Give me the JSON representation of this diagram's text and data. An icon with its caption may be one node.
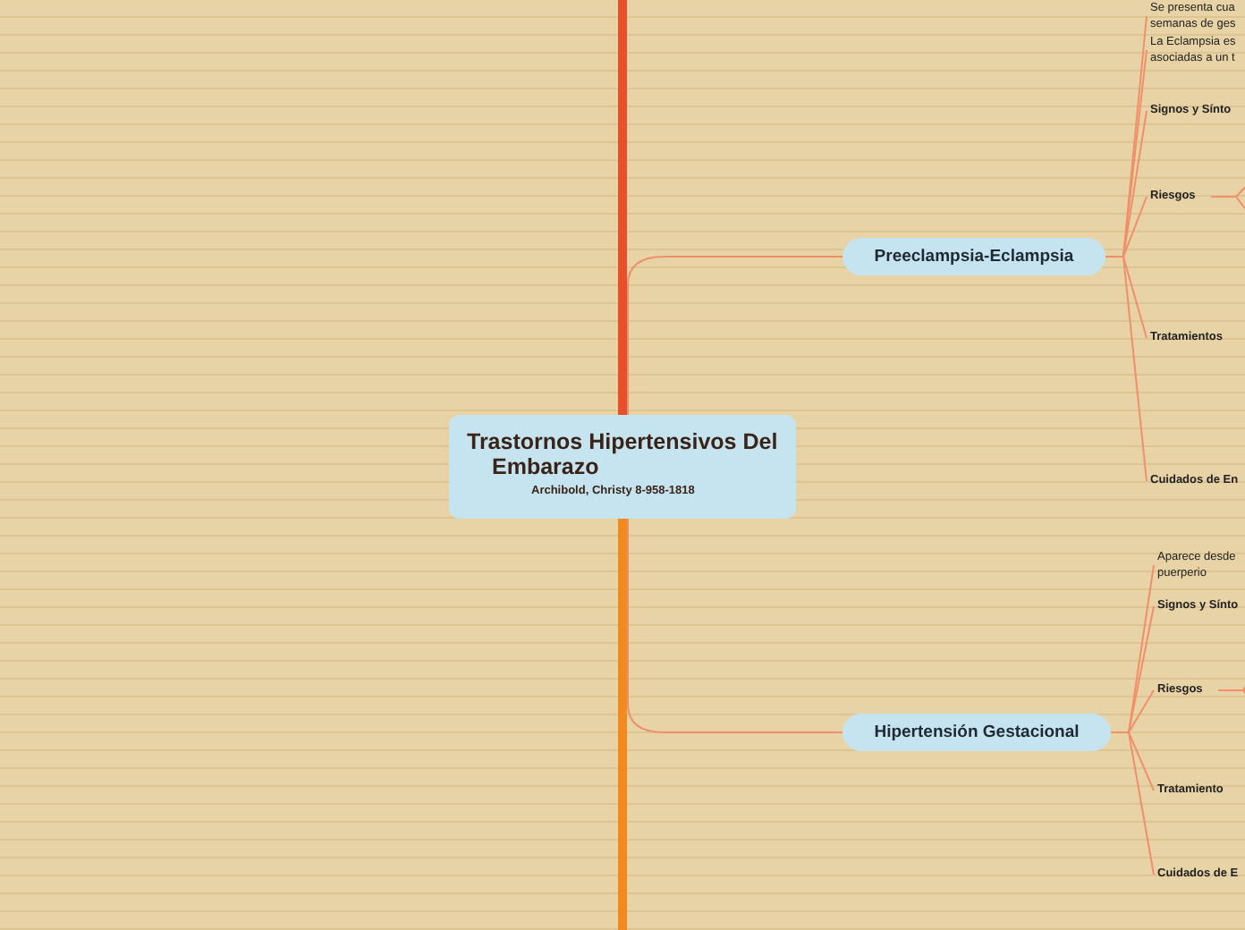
{
  "diagram": {
    "nodes": [
      {
        "text": [
          "Trastornos Hipertensivos Del Embarazo",
          "Archibold, Christy 8-958-1818"
        ]
      },
      {
        "text": [
          "Preeclampsia-Eclampsia"
        ]
      },
      {
        "text": [
          "Hipertensión Gestacional"
        ]
      },
      {
        "text": [
          "Se presenta cua semanas de ges"
        ]
      },
      {
        "text": [
          "La Eclampsia es asociadas a un t"
        ]
      },
      {
        "text": [
          "Signos y Sínto"
        ]
      },
      {
        "text": [
          "Riesgos"
        ]
      },
      {
        "text": [
          "Tratamientos"
        ]
      },
      {
        "text": [
          "Cuidados de En"
        ]
      },
      {
        "text": [
          "Aparece desde puerperio"
        ]
      },
      {
        "text": [
          "Signos y Sínto"
        ]
      },
      {
        "text": [
          "Riesgos"
        ]
      },
      {
        "text": [
          "Tratamiento"
        ]
      },
      {
        "text": [
          "Cuidados de E"
        ]
      }
    ],
    "edges": [
      {
        "from": 0,
        "to": 1,
        "arrow": "none"
      },
      {
        "from": 0,
        "to": 2,
        "arrow": "none"
      },
      {
        "from": 1,
        "to": 3,
        "arrow": "none"
      },
      {
        "from": 1,
        "to": 4,
        "arrow": "none"
      },
      {
        "from": 1,
        "to": 5,
        "arrow": "none"
      },
      {
        "from": 1,
        "to": 6,
        "arrow": "none"
      },
      {
        "from": 1,
        "to": 7,
        "arrow": "none"
      },
      {
        "from": 1,
        "to": 8,
        "arrow": "none"
      },
      {
        "from": 2,
        "to": 9,
        "arrow": "none"
      },
      {
        "from": 2,
        "to": 10,
        "arrow": "none"
      },
      {
        "from": 2,
        "to": 11,
        "arrow": "none"
      },
      {
        "from": 2,
        "to": 12,
        "arrow": "none"
      },
      {
        "from": 2,
        "to": 13,
        "arrow": "none"
      },
      {
        "from": 6,
        "to": null,
        "arrow": "none"
      },
      {
        "from": 6,
        "to": null,
        "arrow": "none"
      },
      {
        "from": 11,
        "to": null,
        "arrow": "none"
      },
      {
        "from": 11,
        "to": null,
        "arrow": "none"
      },
      {
        "from": 11,
        "to": null,
        "arrow": "none"
      }
    ]
  }
}
